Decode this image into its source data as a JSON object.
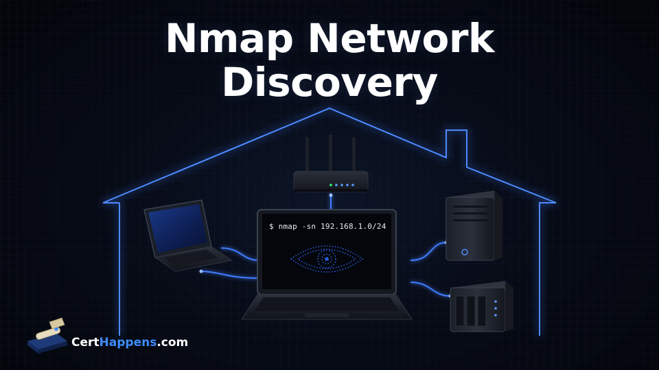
{
  "title": {
    "line1": "Nmap Network",
    "line2": "Discovery"
  },
  "terminal": {
    "command": "$ nmap -sn 192.168.1.0/24"
  },
  "brand": {
    "part1": "Cert",
    "part2": "Happens",
    "part3": ".com"
  },
  "icons": [
    "house-outline-icon",
    "router-icon",
    "laptop-icon",
    "eye-icon",
    "server-tower-icon",
    "nas-icon",
    "diploma-book-icon"
  ],
  "colors": {
    "background": "#05070d",
    "glow_blue": "#3f7dff",
    "brand_accent": "#3f8cff",
    "title": "#ffffff"
  }
}
